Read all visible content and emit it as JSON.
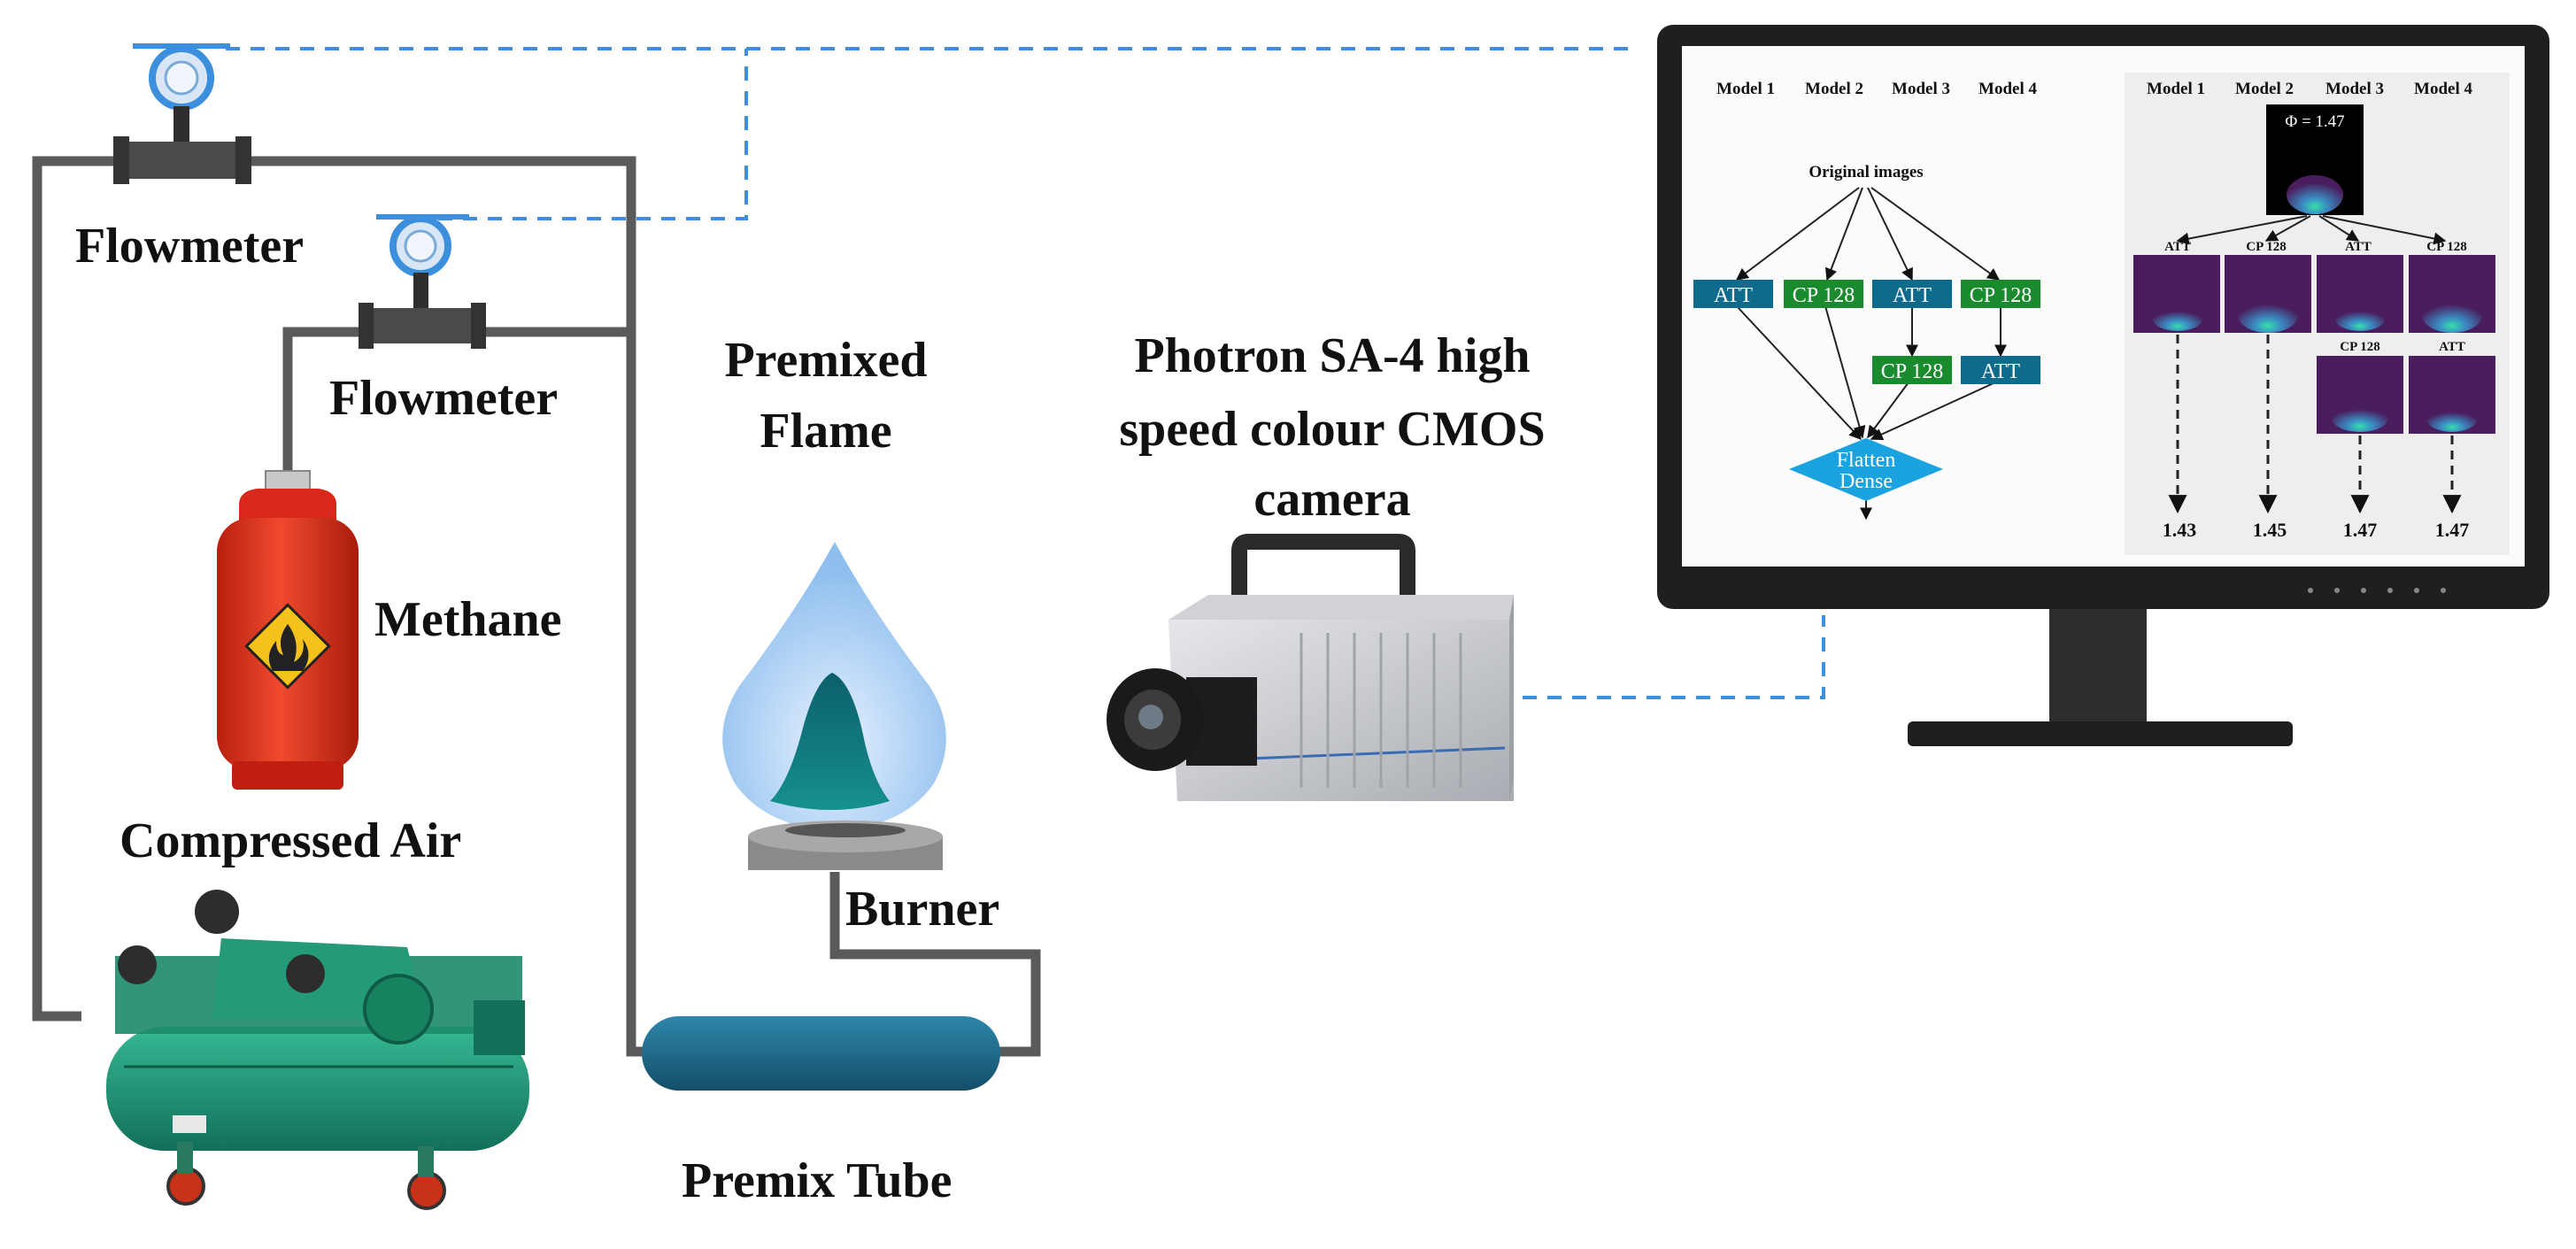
{
  "labels": {
    "flowmeter_top": "Flowmeter",
    "flowmeter_mid": "Flowmeter",
    "methane": "Methane",
    "compressed_air": "Compressed Air",
    "premixed_flame_1": "Premixed",
    "premixed_flame_2": "Flame",
    "burner": "Burner",
    "premix_tube": "Premix Tube",
    "camera_1": "Photron SA-4 high",
    "camera_2": "speed colour CMOS",
    "camera_3": "camera"
  },
  "screen": {
    "left_panel": {
      "headers": [
        "Model 1",
        "Model 2",
        "Model 3",
        "Model 4"
      ],
      "input": "Original images",
      "row1": [
        "ATT",
        "CP 128",
        "ATT",
        "CP 128"
      ],
      "row2": [
        "CP 128",
        "ATT"
      ],
      "output_1": "Flatten",
      "output_2": "Dense"
    },
    "right_panel": {
      "headers": [
        "Model 1",
        "Model 2",
        "Model 3",
        "Model 4"
      ],
      "phi_label": "Φ = 1.47",
      "row1": [
        "ATT",
        "CP 128",
        "ATT",
        "CP 128"
      ],
      "row2": [
        "CP 128",
        "ATT"
      ],
      "results": [
        "1.43",
        "1.45",
        "1.47",
        "1.47"
      ]
    }
  },
  "colors": {
    "att_box": "#0f6b8c",
    "cp_box": "#1a8a2e",
    "diamond": "#1aa3e0",
    "pipe": "#5a5a5a",
    "dashed_link": "#3c8fdc",
    "premix_tube": "#1b6a8c",
    "cylinder": "#e8321e",
    "compressor": "#1f9a7a",
    "flame_img_bg": "#4a1e5e"
  }
}
